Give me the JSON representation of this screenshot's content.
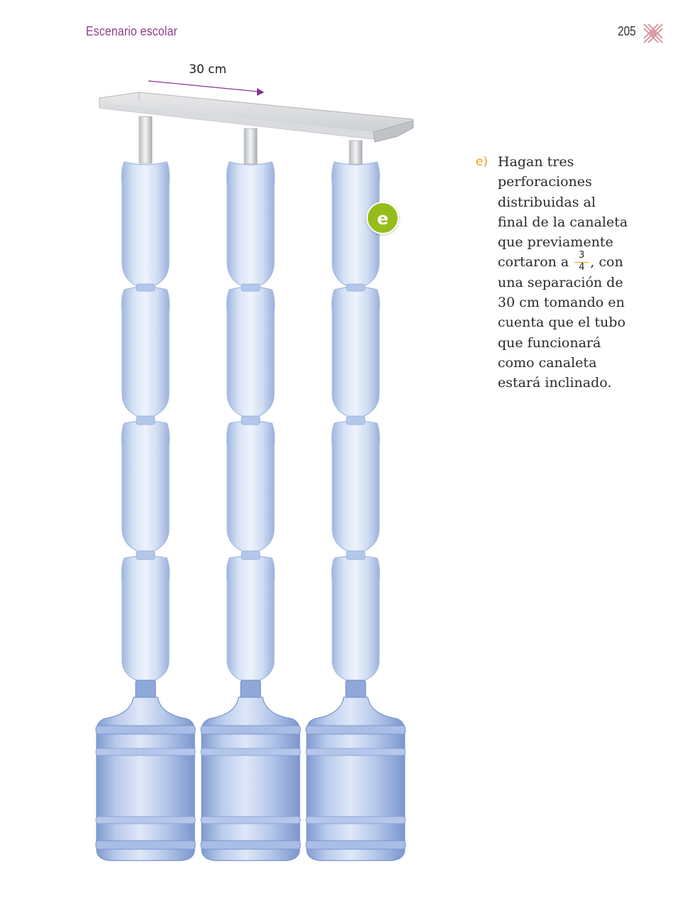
{
  "header": {
    "section": "Escenario escolar",
    "page_number": "205"
  },
  "figure": {
    "dimension_label": "30 cm",
    "badge": "e"
  },
  "instruction": {
    "marker": "e)",
    "lines": [
      "Hagan tres",
      "perforaciones",
      "distribuidas al",
      "final de la canaleta",
      "que previamente"
    ],
    "fraction_line_before": "cortaron a ",
    "fraction_numerator": "3",
    "fraction_denominator": "4",
    "fraction_line_after": ", con",
    "lines_after": [
      "una separación de",
      "30 cm tomando en",
      "cuenta que el tubo",
      "que funcionará",
      "como canaleta",
      "estará inclinado."
    ]
  },
  "colors": {
    "header_purple": "#8c3f8f",
    "marker_orange": "#e8a31c",
    "badge_green": "#95bd1a",
    "arrow_purple": "#8b2f8f",
    "bottle_blue": "#c5d7f2",
    "jug_blue": "#9fb8e4"
  }
}
